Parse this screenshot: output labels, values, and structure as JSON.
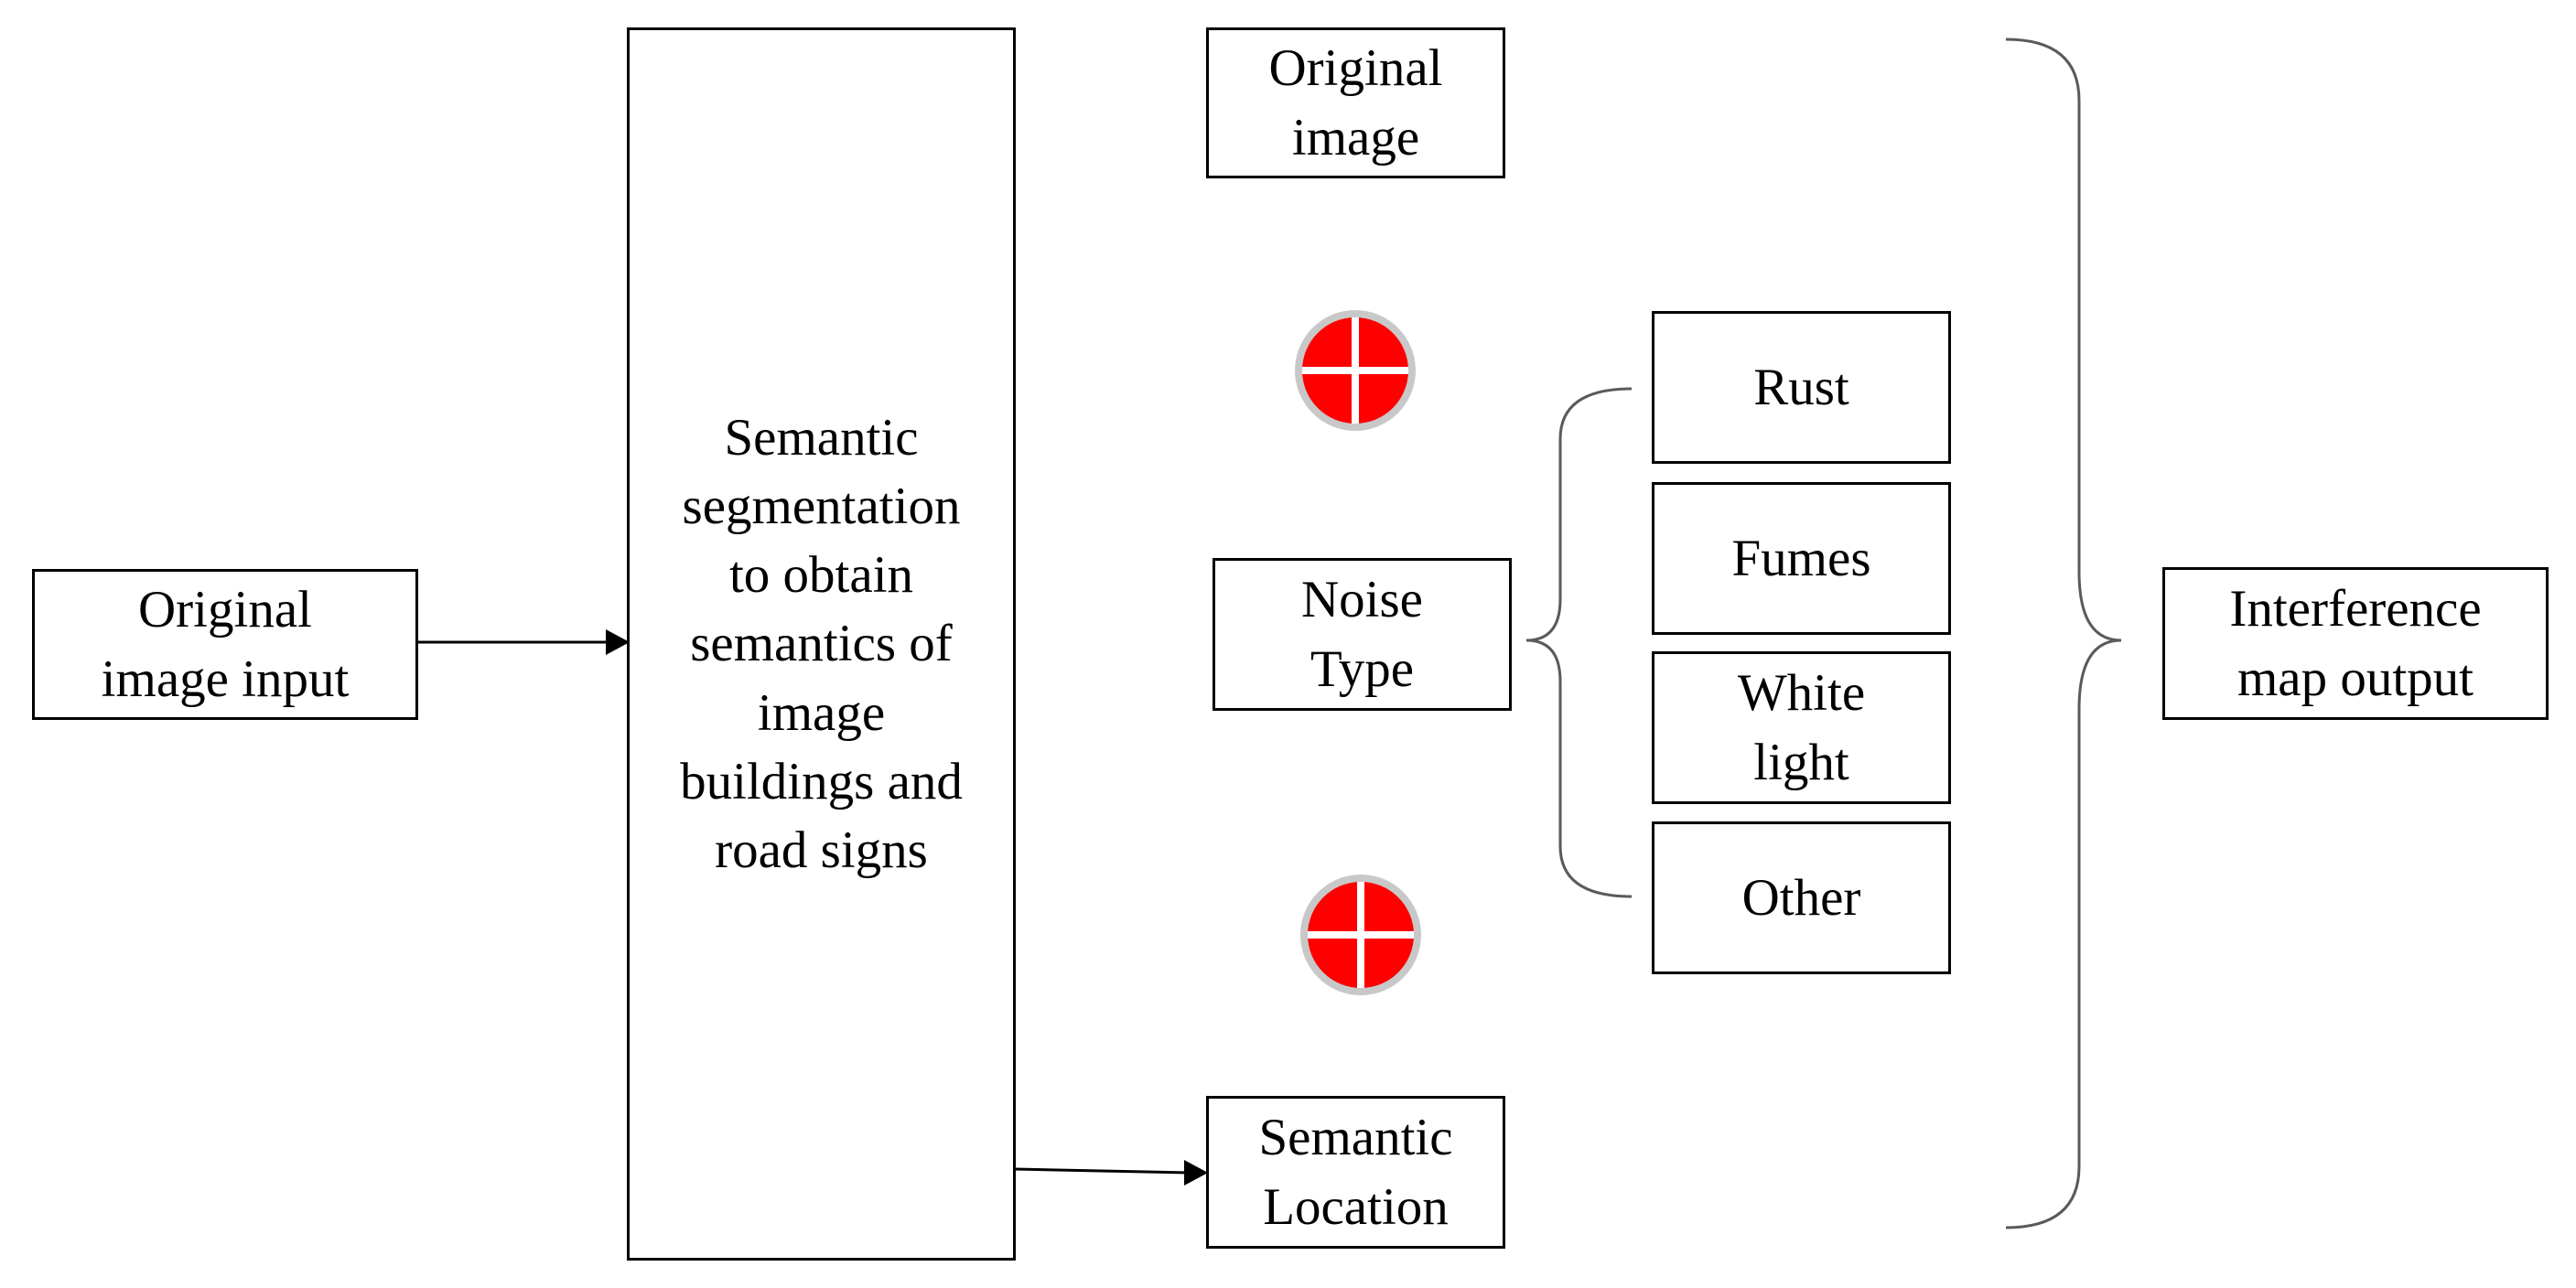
{
  "boxes": {
    "original_image_input": "Original\nimage input",
    "semantic_segmentation": "Semantic\nsegmentation\nto obtain\nsemantics of\nimage\nbuildings and\nroad signs",
    "original_image": "Original\nimage",
    "noise_type": "Noise\nType",
    "rust": "Rust",
    "fumes": "Fumes",
    "white_light": "White\nlight",
    "other": "Other",
    "semantic_location": "Semantic\nLocation",
    "interference_map_output": "Interference\nmap output"
  },
  "colors": {
    "line": "#000000",
    "brace": "#5a5a5a",
    "operator_fill": "#ff0000",
    "operator_ring": "#c8c8c8",
    "operator_cross": "#ffffff"
  },
  "icons": {
    "operator": "circled-plus-icon"
  }
}
